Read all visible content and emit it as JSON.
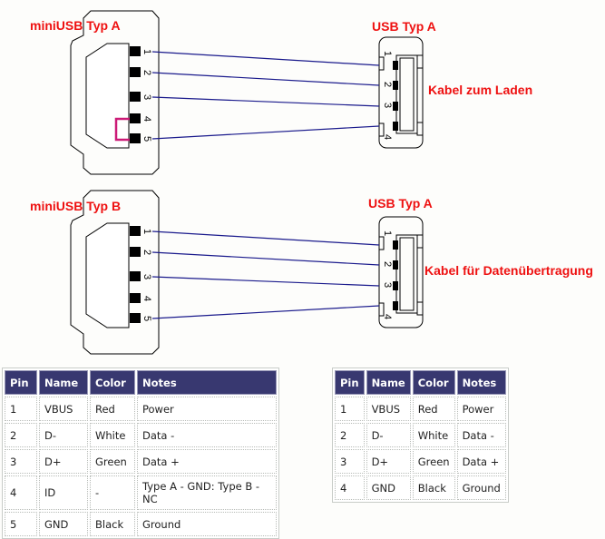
{
  "diagrams": [
    {
      "mini_label": "miniUSB Typ A",
      "usb_label": "USB Typ A",
      "cable_label": "Kabel zum Laden",
      "mini_pins": [
        "1",
        "2",
        "3",
        "4",
        "5"
      ],
      "usb_pins": [
        "1",
        "2",
        "3",
        "4"
      ],
      "jumper_4_5": true
    },
    {
      "mini_label": "miniUSB Typ B",
      "usb_label": "USB Typ A",
      "cable_label": "Kabel für Datenübertragung",
      "mini_pins": [
        "1",
        "2",
        "3",
        "4",
        "5"
      ],
      "usb_pins": [
        "1",
        "2",
        "3",
        "4"
      ],
      "jumper_4_5": false
    }
  ],
  "colors": {
    "label": "#ee1111",
    "wire": "#1a1a8c",
    "jumper": "#cc1a77",
    "table_header": "#383870"
  },
  "tables": {
    "mini": {
      "headers": [
        "Pin",
        "Name",
        "Color",
        "Notes"
      ],
      "rows": [
        [
          "1",
          "VBUS",
          "Red",
          "Power"
        ],
        [
          "2",
          "D-",
          "White",
          "Data -"
        ],
        [
          "3",
          "D+",
          "Green",
          "Data +"
        ],
        [
          "4",
          "ID",
          "-",
          "Type A - GND: Type B - NC"
        ],
        [
          "5",
          "GND",
          "Black",
          "Ground"
        ]
      ]
    },
    "usb": {
      "headers": [
        "Pin",
        "Name",
        "Color",
        "Notes"
      ],
      "rows": [
        [
          "1",
          "VBUS",
          "Red",
          "Power"
        ],
        [
          "2",
          "D-",
          "White",
          "Data -"
        ],
        [
          "3",
          "D+",
          "Green",
          "Data +"
        ],
        [
          "4",
          "GND",
          "Black",
          "Ground"
        ]
      ]
    }
  }
}
